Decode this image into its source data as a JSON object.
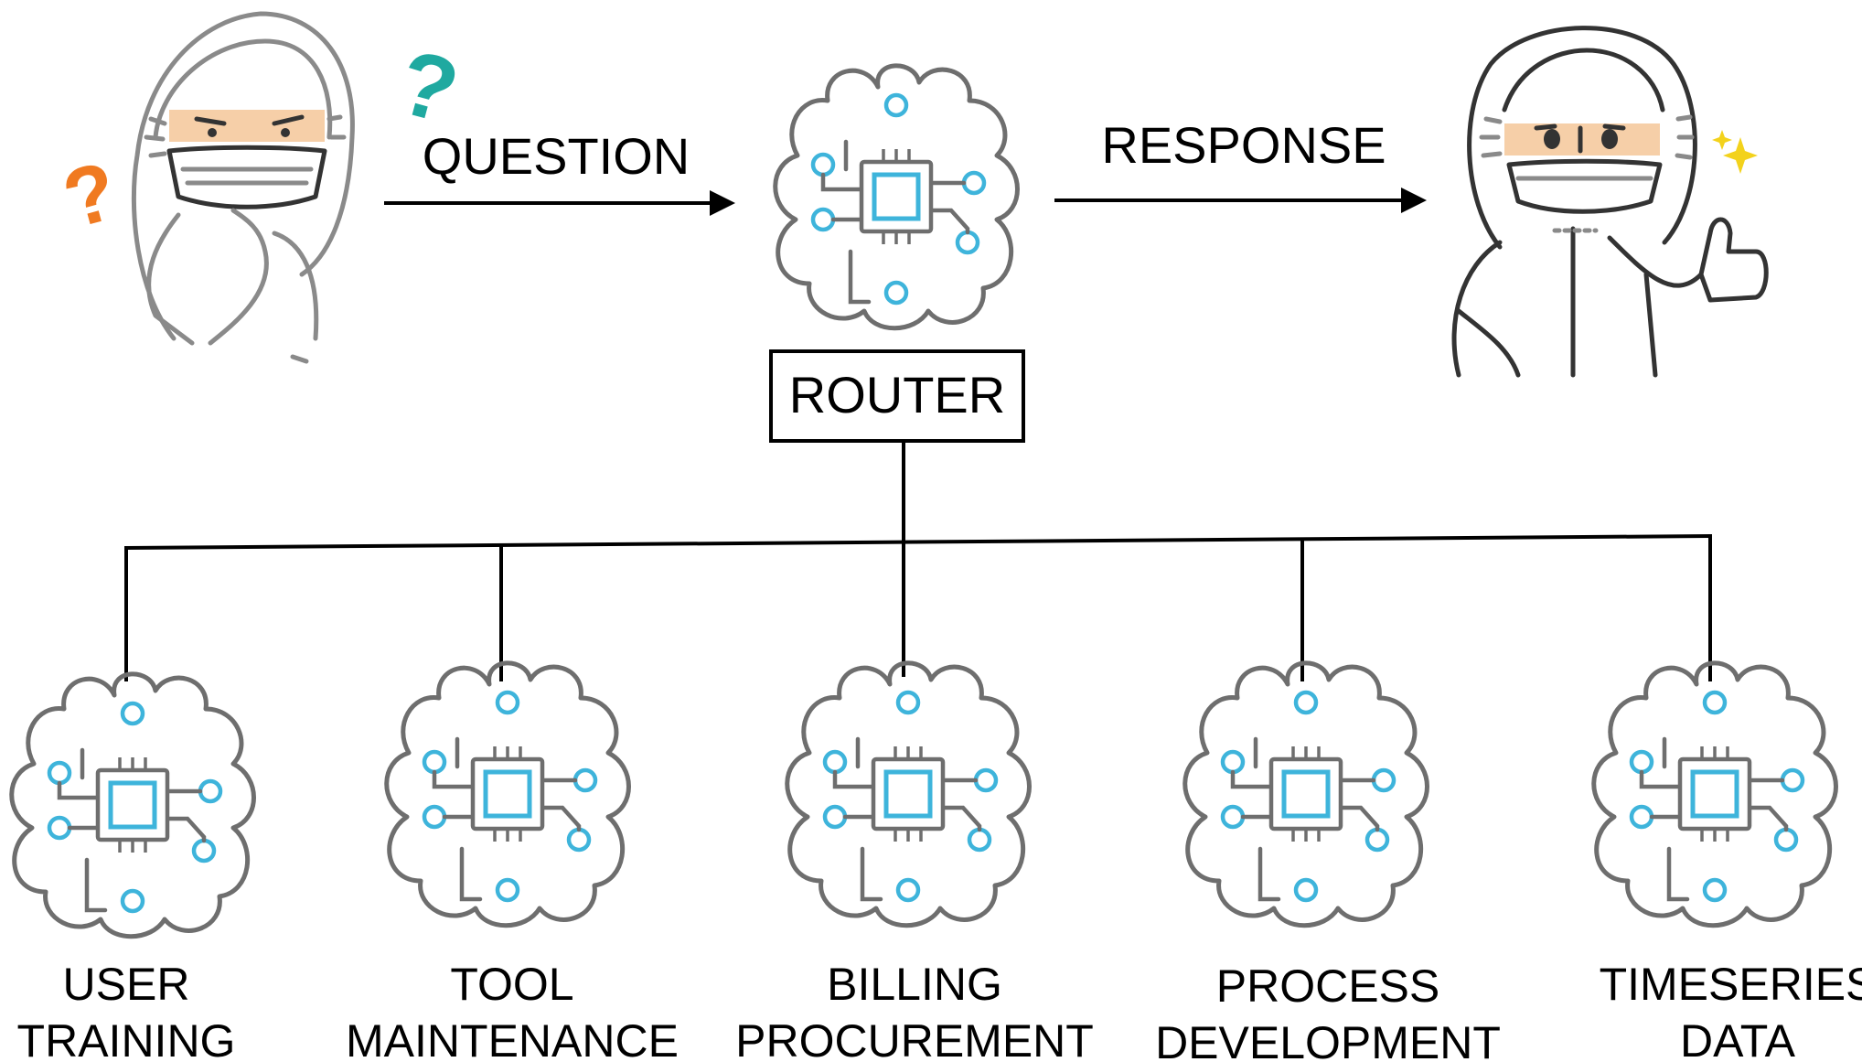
{
  "flow": {
    "question_label": "QUESTION",
    "response_label": "RESPONSE",
    "router_label": "ROUTER"
  },
  "question_marks": {
    "teal": "?",
    "orange": "?"
  },
  "agents": [
    {
      "line1": "USER",
      "line2": "TRAINING"
    },
    {
      "line1": "TOOL",
      "line2": "MAINTENANCE"
    },
    {
      "line1": "BILLING",
      "line2": "PROCUREMENT"
    },
    {
      "line1": "PROCESS",
      "line2": "DEVELOPMENT"
    },
    {
      "line1": "TIMESERIES",
      "line2": "DATA"
    }
  ],
  "colors": {
    "circuit_accent": "#3eb4db",
    "outline_gray": "#6e6e6e",
    "question_teal": "#1fa9a0",
    "question_orange": "#f07a21",
    "face_skin": "#f6cfa8",
    "sparkle_yellow": "#f3d21c"
  }
}
